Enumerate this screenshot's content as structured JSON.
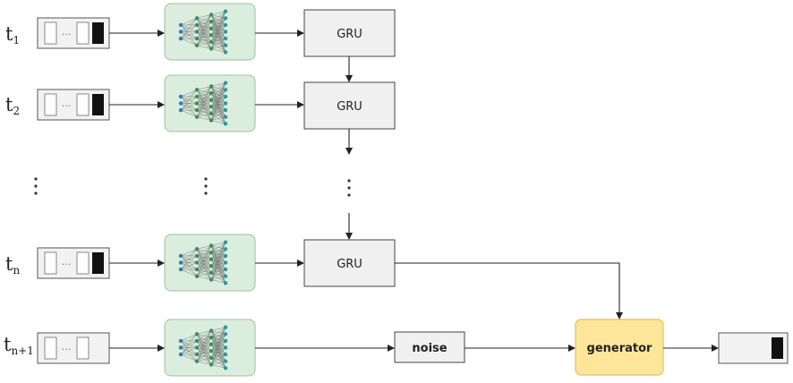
{
  "rows": [
    {
      "label": "t",
      "sub": "1"
    },
    {
      "label": "t",
      "sub": "2"
    },
    {
      "label": "t",
      "sub": "n"
    },
    {
      "label": "t",
      "sub": "n+1"
    }
  ],
  "input_ellipsis": "···",
  "gru_label": "GRU",
  "noise_label": "noise",
  "generator_label": "generator",
  "colors": {
    "network_fill": "#dbeedd",
    "network_stroke": "#9fbf9f",
    "box_fill": "#f0f0f0",
    "generator_fill": "#fde69a",
    "generator_stroke": "#e0c15e"
  }
}
